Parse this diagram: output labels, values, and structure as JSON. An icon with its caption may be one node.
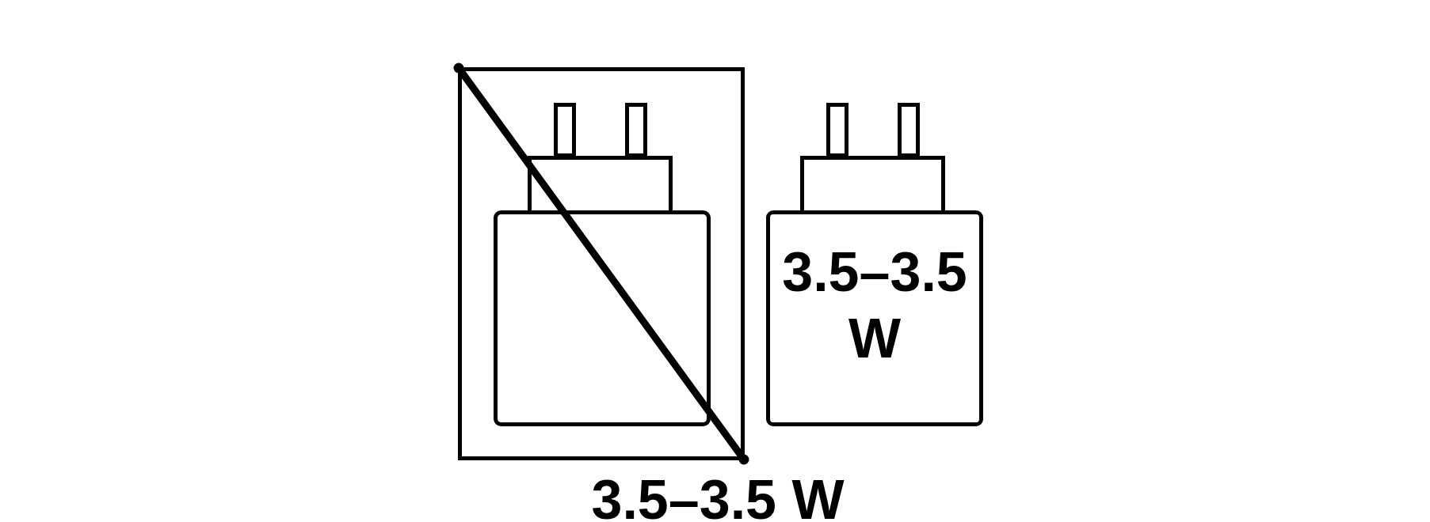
{
  "diagram": {
    "nodes": [
      {
        "text": [],
        "shape": "picture"
      },
      {
        "text": [
          "3.5–3.5 W"
        ]
      }
    ],
    "labels": [
      "3.5–3.5 W"
    ]
  }
}
